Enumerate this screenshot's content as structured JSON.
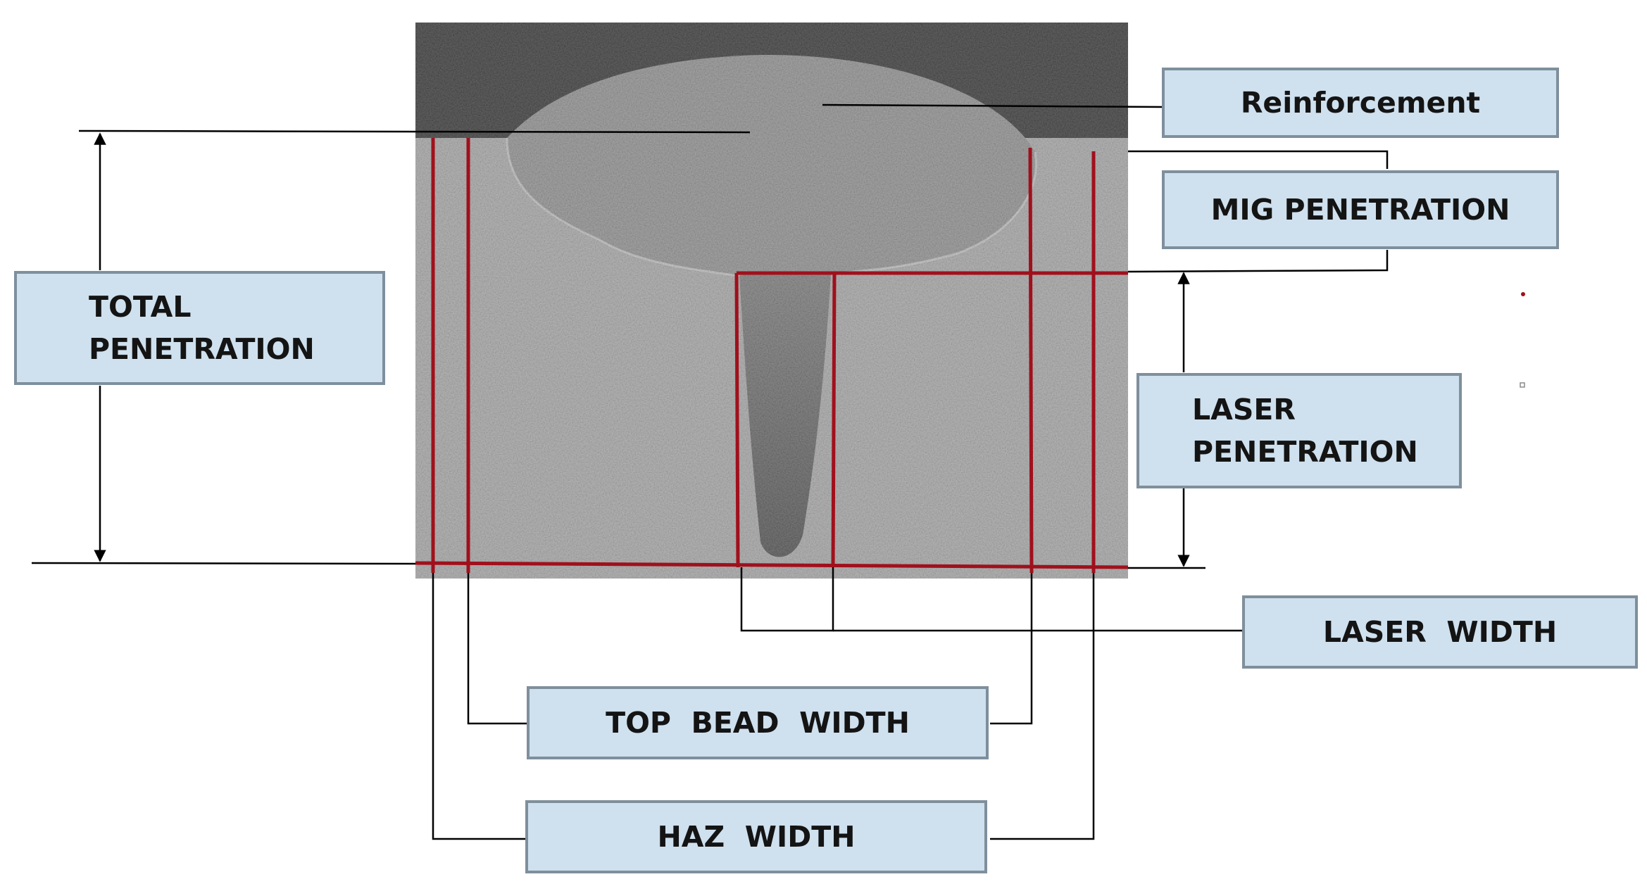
{
  "labels": {
    "reinforcement": "Reinforcement",
    "mig_penetration": "MIG PENETRATION",
    "total_penetration": "TOTAL\nPENETRATION",
    "laser_penetration": "LASER\nPENETRATION",
    "laser_width": "LASER  WIDTH",
    "top_bead_width": "TOP  BEAD  WIDTH",
    "haz_width": "HAZ  WIDTH"
  },
  "colors": {
    "box_fill": "#cfe0ee",
    "box_border": "#7f8f9c",
    "measure_line": "#a0101c",
    "leader_line": "#000000",
    "specimen_background": "#222222",
    "base_metal": "#9a9a9a",
    "weld_metal": "#7e7e7e"
  }
}
